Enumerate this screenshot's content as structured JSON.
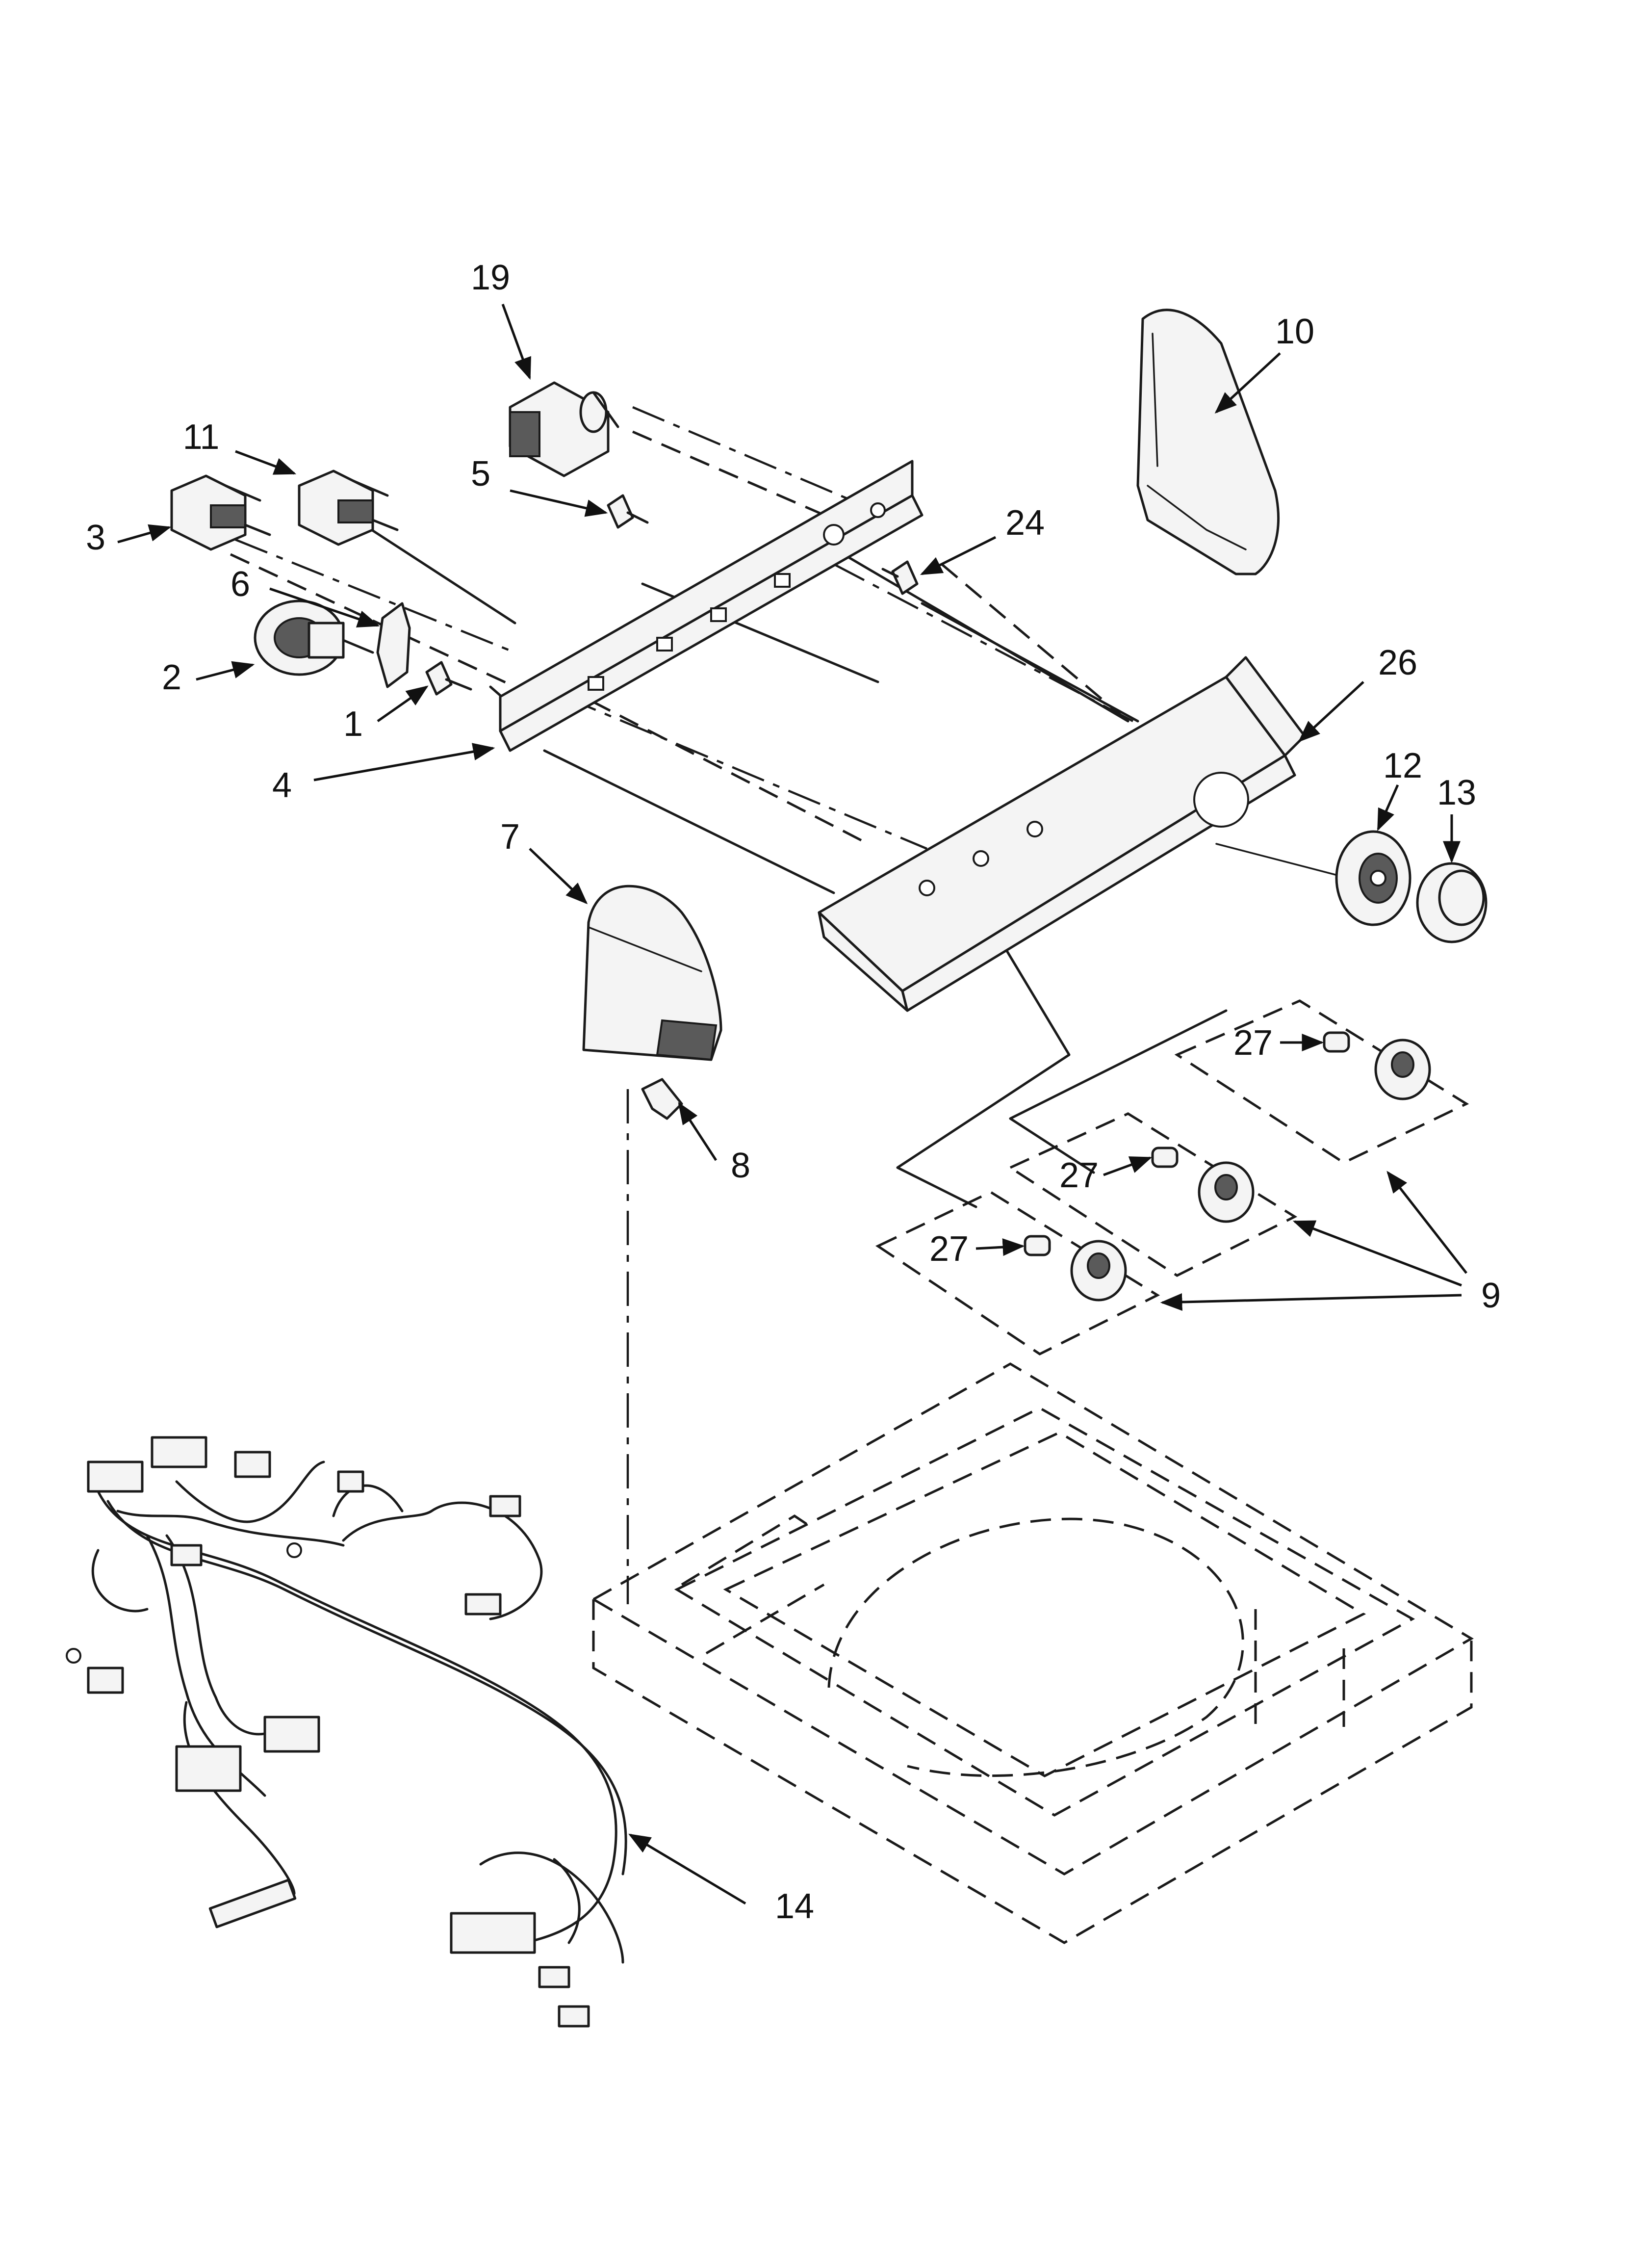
{
  "callouts": [
    {
      "id": "19",
      "text": "19"
    },
    {
      "id": "10",
      "text": "10"
    },
    {
      "id": "11",
      "text": "11"
    },
    {
      "id": "3",
      "text": "3"
    },
    {
      "id": "5",
      "text": "5"
    },
    {
      "id": "24",
      "text": "24"
    },
    {
      "id": "6",
      "text": "6"
    },
    {
      "id": "2",
      "text": "2"
    },
    {
      "id": "1",
      "text": "1"
    },
    {
      "id": "4",
      "text": "4"
    },
    {
      "id": "26",
      "text": "26"
    },
    {
      "id": "12",
      "text": "12"
    },
    {
      "id": "13",
      "text": "13"
    },
    {
      "id": "7",
      "text": "7"
    },
    {
      "id": "27a",
      "text": "27"
    },
    {
      "id": "8",
      "text": "8"
    },
    {
      "id": "27b",
      "text": "27"
    },
    {
      "id": "27c",
      "text": "27"
    },
    {
      "id": "9",
      "text": "9"
    },
    {
      "id": "14",
      "text": "14"
    }
  ]
}
